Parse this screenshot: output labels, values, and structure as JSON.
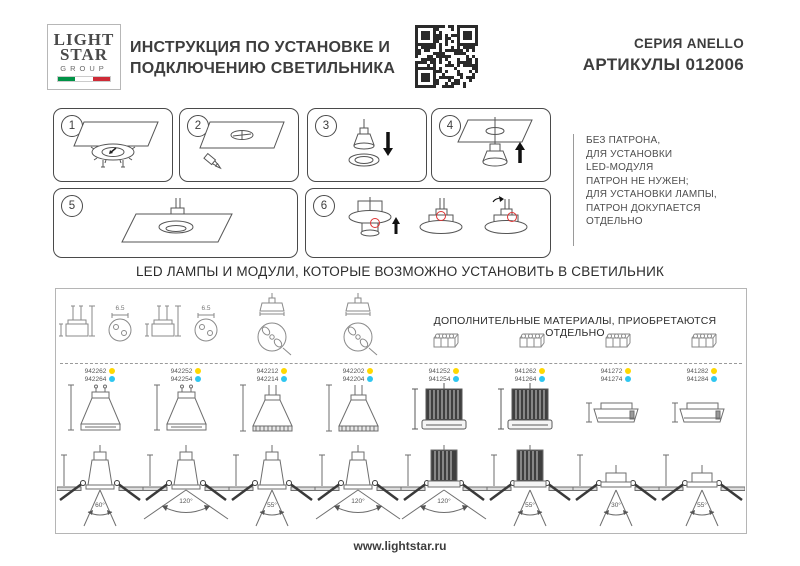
{
  "header": {
    "logo": {
      "line1": "LIGHT",
      "line2": "STAR",
      "line3": "GROUP",
      "flag_colors": {
        "green": "#009246",
        "white": "#ffffff",
        "red": "#ce2b37"
      }
    },
    "title_line1": "ИНСТРУКЦИЯ ПО УСТАНОВКЕ И",
    "title_line2": "ПОДКЛЮЧЕНИЮ СВЕТИЛЬНИКА",
    "series": "СЕРИЯ ANELLO",
    "articles": "АРТИКУЛЫ 012006"
  },
  "steps": [
    {
      "number": "1"
    },
    {
      "number": "2"
    },
    {
      "number": "3"
    },
    {
      "number": "4"
    },
    {
      "number": "5"
    },
    {
      "number": "6"
    }
  ],
  "note": {
    "lines": [
      "БЕЗ ПАТРОНА,",
      "ДЛЯ УСТАНОВКИ",
      "LED-МОДУЛЯ",
      "ПАТРОН НЕ НУЖЕН;",
      "ДЛЯ УСТАНОВКИ ЛАМПЫ,",
      "ПАТРОН ДОКУПАЕТСЯ",
      "ОТДЕЛЬНО"
    ]
  },
  "led_section": {
    "heading": "LED ЛАМПЫ И МОДУЛИ, КОТОРЫЕ ВОЗМОЖНО УСТАНОВИТЬ В СВЕТИЛЬНИК",
    "additional_heading": "ДОПОЛНИТЕЛЬНЫЕ МАТЕРИАЛЫ, ПРИОБРЕТАЮТСЯ ОТДЕЛЬНО",
    "socket_dim_label": "6.5",
    "dot_colors": {
      "yellow": "#ffd800",
      "blue": "#2ec6f0"
    },
    "columns": [
      {
        "type": "gu10",
        "top_icon": "gu10-socket-icon",
        "articles": [
          {
            "code": "942262",
            "dot": "yellow"
          },
          {
            "code": "942264",
            "dot": "blue"
          }
        ],
        "beam_angle": "60°",
        "beam": "narrow"
      },
      {
        "type": "gu10",
        "top_icon": "gu10-socket-icon",
        "articles": [
          {
            "code": "942252",
            "dot": "yellow"
          },
          {
            "code": "942254",
            "dot": "blue"
          }
        ],
        "beam_angle": "120°",
        "beam": "wide"
      },
      {
        "type": "mr16",
        "top_icon": "pin-socket-icon",
        "articles": [
          {
            "code": "942212",
            "dot": "yellow"
          },
          {
            "code": "942214",
            "dot": "blue"
          }
        ],
        "beam_angle": "55°",
        "beam": "narrow"
      },
      {
        "type": "mr16",
        "top_icon": "pin-socket-icon",
        "articles": [
          {
            "code": "942202",
            "dot": "yellow"
          },
          {
            "code": "942204",
            "dot": "blue"
          }
        ],
        "beam_angle": "120°",
        "beam": "wide"
      },
      {
        "type": "led-module",
        "top_icon": "terminal-block-icon",
        "articles": [
          {
            "code": "941252",
            "dot": "yellow"
          },
          {
            "code": "941254",
            "dot": "blue"
          }
        ],
        "beam_angle": "120°",
        "beam": "wide"
      },
      {
        "type": "led-module",
        "top_icon": "terminal-block-icon",
        "articles": [
          {
            "code": "941262",
            "dot": "yellow"
          },
          {
            "code": "941264",
            "dot": "blue"
          }
        ],
        "beam_angle": "55°",
        "beam": "narrow"
      },
      {
        "type": "led-flat",
        "top_icon": "terminal-block-icon",
        "articles": [
          {
            "code": "941272",
            "dot": "yellow"
          },
          {
            "code": "941274",
            "dot": "blue"
          }
        ],
        "beam_angle": "30°",
        "beam": "narrow"
      },
      {
        "type": "led-flat",
        "top_icon": "terminal-block-icon",
        "articles": [
          {
            "code": "941282",
            "dot": "yellow"
          },
          {
            "code": "941284",
            "dot": "blue"
          }
        ],
        "beam_angle": "55°",
        "beam": "narrow"
      }
    ]
  },
  "footer": {
    "url": "www.lightstar.ru"
  }
}
